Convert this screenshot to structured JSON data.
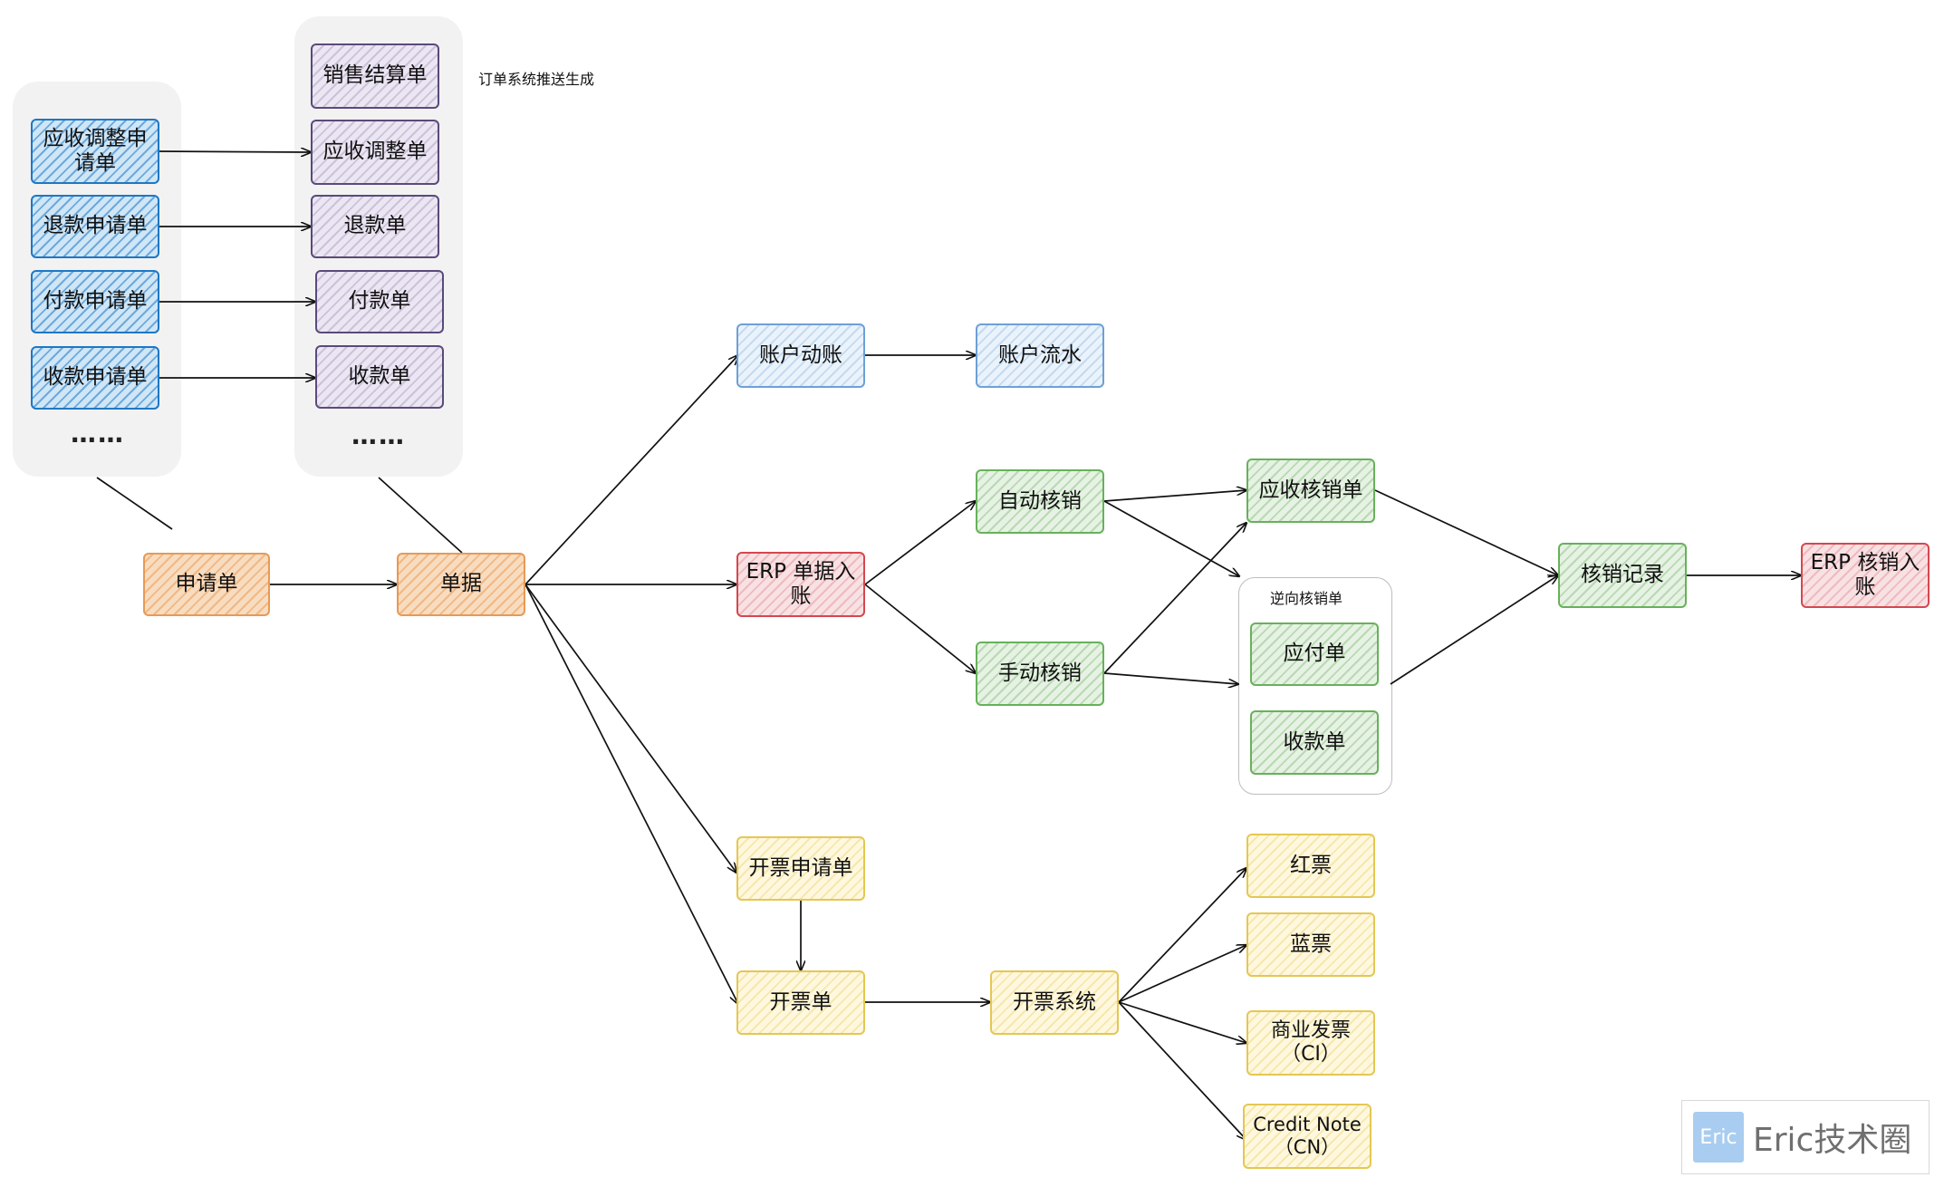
{
  "groups": {
    "requests_more": "……",
    "documents_more": "……",
    "reverse_title": "逆向核销单"
  },
  "annotation": "订单系统推送生成",
  "nodes": {
    "apply_adjust": "应收调整申请单",
    "apply_refund": "退款申请单",
    "apply_pay": "付款申请单",
    "apply_receive": "收款申请单",
    "sales_settle": "销售结算单",
    "doc_adjust": "应收调整单",
    "doc_refund": "退款单",
    "doc_pay": "付款单",
    "doc_receive": "收款单",
    "request": "申请单",
    "document": "单据",
    "account_move": "账户动账",
    "account_flow": "账户流水",
    "erp_post": "ERP 单据入账",
    "auto_writeoff": "自动核销",
    "manual_writeoff": "手动核销",
    "ar_writeoff": "应收核销单",
    "rev_payable": "应付单",
    "rev_receive": "收款单",
    "writeoff_record": "核销记录",
    "erp_writeoff_post": "ERP 核销入账",
    "invoice_apply": "开票申请单",
    "invoice": "开票单",
    "invoice_system": "开票系统",
    "red_invoice": "红票",
    "blue_invoice": "蓝票",
    "commercial_invoice": "商业发票（CI）",
    "credit_note": "Credit Note（CN）"
  },
  "watermark": {
    "logo": "Eric",
    "text": "Eric技术圈"
  },
  "colors": {
    "request_blue": "#1f77c4",
    "document_purple": "#5a4a7a",
    "core_orange": "#e79a55",
    "account_blue": "#6e9fd6",
    "writeoff_green": "#67b15a",
    "erp_red": "#d5474f",
    "invoice_yellow": "#e4c752"
  }
}
